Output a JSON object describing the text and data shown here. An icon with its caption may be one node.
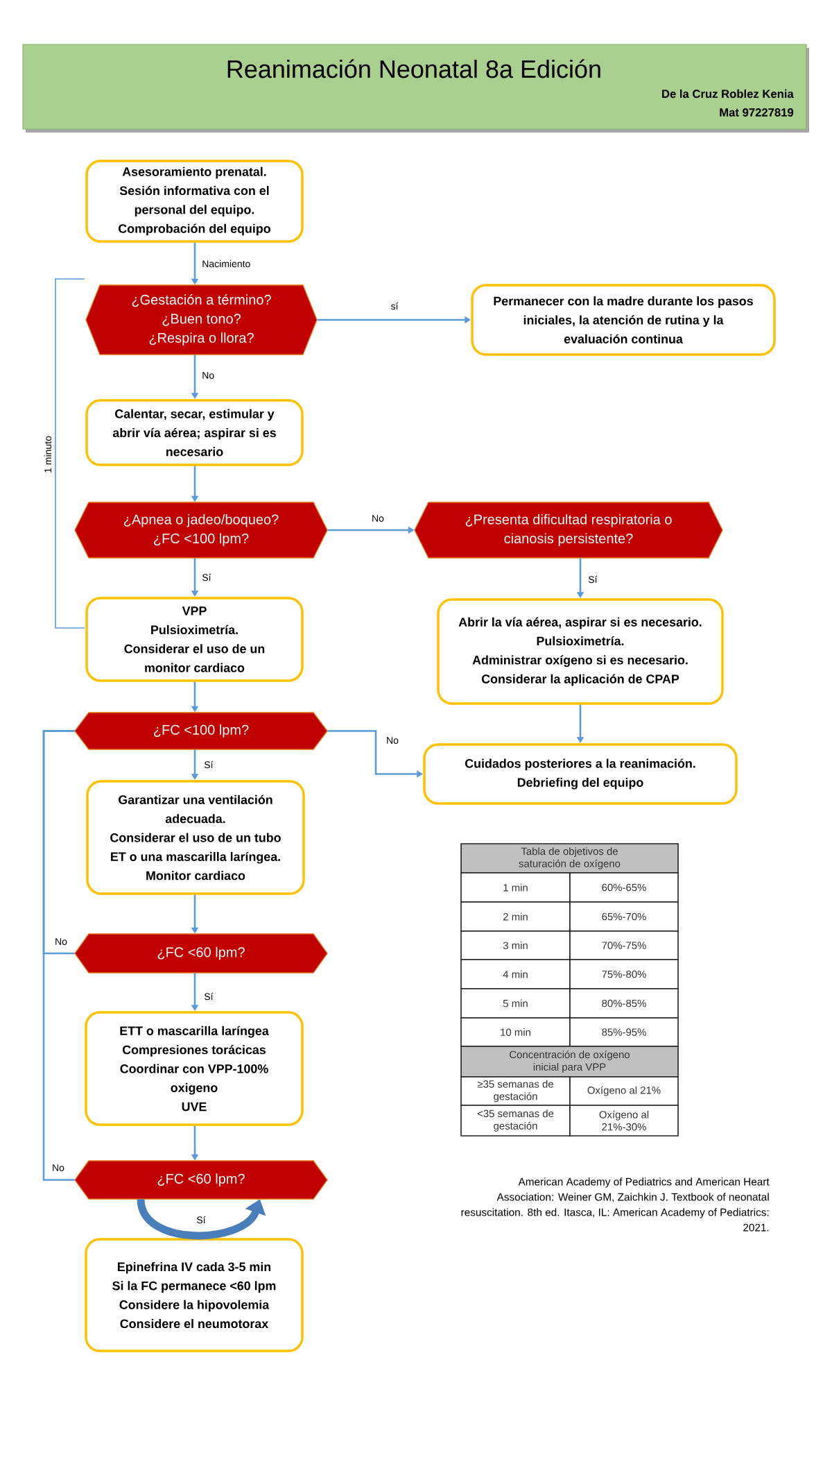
{
  "diagram": {
    "title": "Reanimación Neonatal 8a Edición",
    "nodes": [
      {
        "text": [
          "Asesoramiento prenatal.",
          "Sesión informativa con el personal del equipo.",
          "Comprobación del equipo"
        ]
      },
      {
        "text": [
          "¿Gestación a término?",
          "¿Buen tono?",
          "¿Respira o llora?"
        ]
      },
      {
        "text": [
          "Permanecer con la madre durante los pasos iniciales, la atención de rutina y la evaluación continua"
        ]
      },
      {
        "text": [
          "Calentar, secar, estimular y abrir vía aérea; aspirar si es necesario"
        ]
      },
      {
        "text": [
          "¿Apnea o jadeo/boqueo?",
          "¿FC <100 lpm?"
        ]
      },
      {
        "text": [
          "¿Presenta dificultad respiratoria o cianosis persistente?"
        ]
      },
      {
        "text": [
          "VPP",
          "Pulsioximetría.",
          "Considerar el uso de un monitor cardiaco"
        ]
      },
      {
        "text": [
          "Abrir la vía aérea, aspirar si es necesario.",
          "Pulsioximetría.",
          "Administrar oxígeno si es necesario.",
          "Considerar la aplicación de CPAP"
        ]
      },
      {
        "text": [
          "¿FC <100 lpm?"
        ]
      },
      {
        "text": [
          "Cuidados posteriores a la reanimación.",
          "Debriefing del equipo"
        ]
      },
      {
        "text": [
          "Garantizar una ventilación adecuada.",
          "Considerar el uso de un tubo ET o una mascarilla laríngea.",
          "Monitor cardiaco"
        ]
      },
      {
        "text": [
          "¿FC <60 lpm?"
        ]
      },
      {
        "text": [
          "ETT o mascarilla laríngea",
          "Compresiones torácicas",
          "Coordinar con VPP-100% oxigeno",
          "UVE"
        ]
      },
      {
        "text": [
          "¿FC <60 lpm?"
        ]
      },
      {
        "text": [
          "Epinefrina IV cada 3-5 min",
          "Si la FC permanece <60 lpm",
          "Considere la hipovolemia",
          "Considere el neumotorax"
        ]
      }
    ],
    "edges": [
      {
        "from": 0,
        "to": 1,
        "arrow": "to",
        "label": "Nacimiento"
      },
      {
        "from": 1,
        "to": 2,
        "arrow": "to",
        "label": "sí"
      },
      {
        "from": 1,
        "to": 3,
        "arrow": "to",
        "label": "No"
      },
      {
        "from": 3,
        "to": 4,
        "arrow": "to"
      },
      {
        "from": 4,
        "to": 5,
        "arrow": "to",
        "label": "No"
      },
      {
        "from": 4,
        "to": 6,
        "arrow": "to",
        "label": "Sí"
      },
      {
        "from": 5,
        "to": 7,
        "arrow": "to",
        "label": "Sí"
      },
      {
        "from": 6,
        "to": 8,
        "arrow": "to"
      },
      {
        "from": 7,
        "to": 9,
        "arrow": "to"
      },
      {
        "from": 8,
        "to": 9,
        "arrow": "to",
        "label": "No"
      },
      {
        "from": 8,
        "to": 10,
        "arrow": "to",
        "label": "Sí"
      },
      {
        "from": 10,
        "to": 11,
        "arrow": "to"
      },
      {
        "from": 11,
        "to": 12,
        "arrow": "to",
        "label": "Sí"
      },
      {
        "from": 12,
        "to": 13,
        "arrow": "to"
      },
      {
        "from": 13,
        "to": 13,
        "arrow": "to",
        "label": "Sí",
        "style": "thick",
        "color": "#4a7ebb"
      },
      {
        "from": 11,
        "to": 8,
        "arrow": "none",
        "label": "No"
      },
      {
        "from": 13,
        "to": 8,
        "arrow": "none",
        "label": "No"
      }
    ],
    "labels": [
      "De la Cruz Roblez Kenia",
      "Mat 97227819",
      "1 minuto",
      "Tabla de objetivos de saturación de oxígeno",
      "1 min",
      "60%-65%",
      "2 min",
      "65%-70%",
      "3 min",
      "70%-75%",
      "4 min",
      "75%-80%",
      "5 min",
      "80%-85%",
      "10 min",
      "85%-95%",
      "Concentración de oxígeno inicial para VPP",
      "≥35 semanas de gestación",
      "Oxígeno al 21%",
      "<35 semanas de gestación",
      "Oxígeno al 21%-30%",
      "American Academy of Pediatrics and American Heart Association: Weiner GM, Zaichkin J. Textbook of neonatal resuscitation. 8th ed. Itasca, IL: American Academy of Pediatrics: 2021."
    ]
  }
}
